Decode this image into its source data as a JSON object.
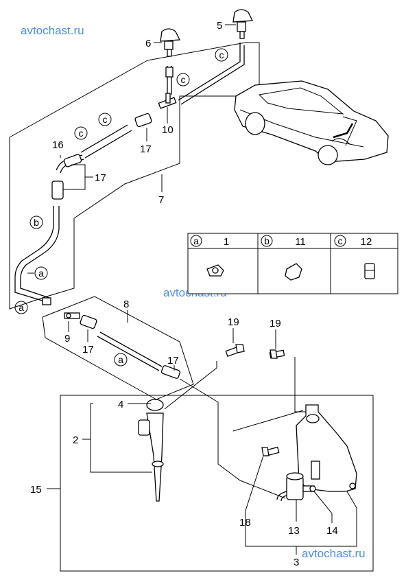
{
  "watermarks": [
    "avtochast.ru",
    "avtochast.ru",
    "avtochast.ru"
  ],
  "callouts": {
    "p1": "1",
    "p2": "2",
    "p3": "3",
    "p4": "4",
    "p5": "5",
    "p6": "6",
    "p7": "7",
    "p8": "8",
    "p9": "9",
    "p10": "10",
    "p11": "11",
    "p12": "12",
    "p13": "13",
    "p14": "14",
    "p15": "15",
    "p16": "16",
    "p17a": "17",
    "p17b": "17",
    "p17c": "17",
    "p17d": "17",
    "p18": "18",
    "p19a": "19",
    "p19b": "19"
  },
  "hose_letters": {
    "c1": "c",
    "c2": "c",
    "c3": "c",
    "c4": "c",
    "b1": "b",
    "a1": "a",
    "a2": "a",
    "a3": "a"
  },
  "legend": {
    "a_letter": "a",
    "a_part": "1",
    "b_letter": "b",
    "b_part": "11",
    "c_letter": "c",
    "c_part": "12"
  }
}
